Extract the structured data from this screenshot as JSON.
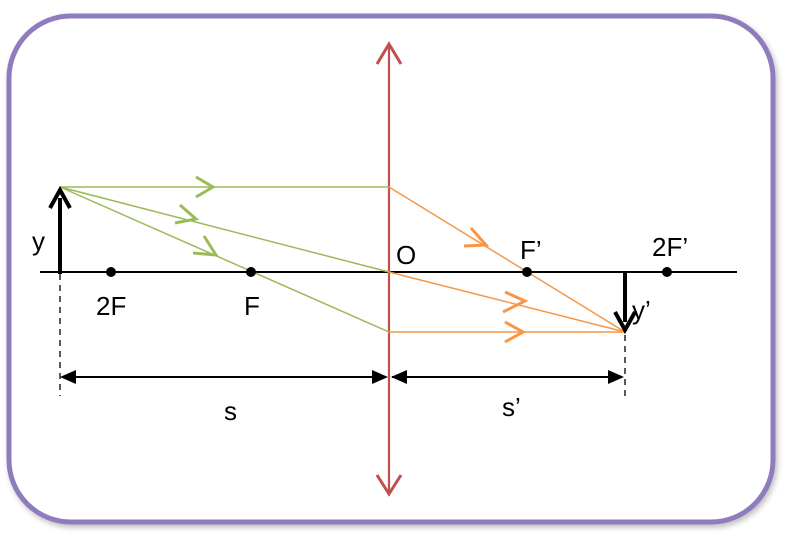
{
  "labels": {
    "object_height": "y",
    "image_height": "y’",
    "center": "O",
    "focus_object_side": "F",
    "double_focus_object_side": "2F",
    "focus_image_side": "F’",
    "double_focus_image_side": "2F’",
    "object_distance": "s",
    "image_distance": "s’"
  },
  "colors": {
    "frame_border": "#8e7bbd",
    "frame_fill": "#ffffff",
    "lens": "#c0504d",
    "incident_rays": "#9bbb59",
    "refracted_rays": "#f79646",
    "axis": "#000000"
  }
}
